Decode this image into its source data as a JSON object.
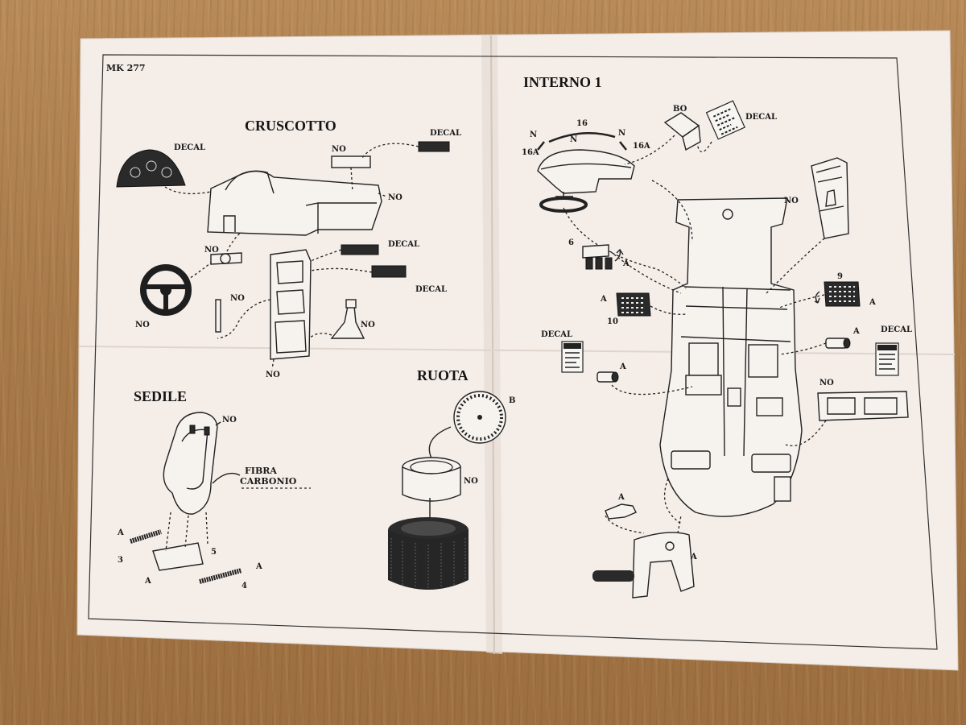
{
  "sheet": {
    "code": "MK 277",
    "paper_color": "#f4ede8",
    "wood_color": "#a87a49"
  },
  "sections": {
    "cruscotto": "CRUSCOTTO",
    "sedile": "SEDILE",
    "ruota": "RUOTA",
    "interno": "INTERNO 1"
  },
  "labels": {
    "decal": "DECAL",
    "no": "NO",
    "fibra": "FIBRA",
    "carbonio": "CARBONIO",
    "a": "A",
    "b": "B",
    "n": "N",
    "bo": "BO",
    "n16": "16",
    "n16a": "16A",
    "n3": "3",
    "n4": "4",
    "n5": "5",
    "n6": "6",
    "n9": "9",
    "n10": "10"
  }
}
